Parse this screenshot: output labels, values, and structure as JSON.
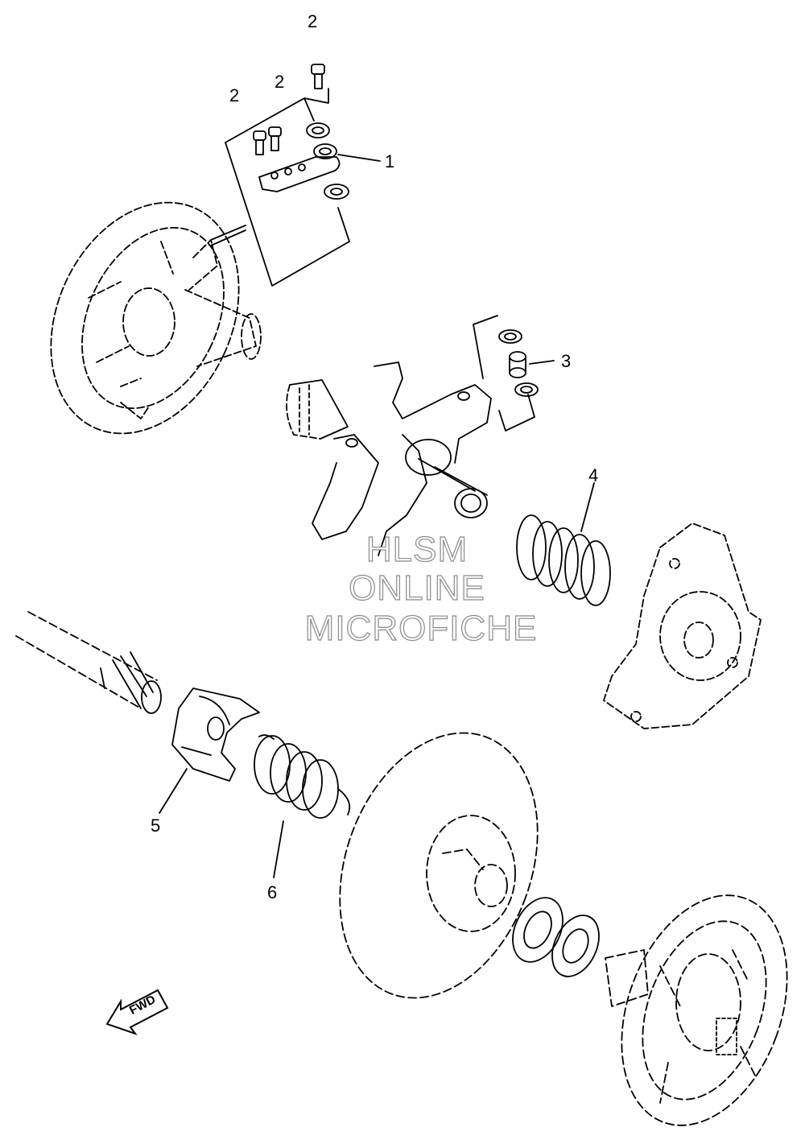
{
  "callouts": {
    "c2a": "2",
    "c2b": "2",
    "c2c": "2",
    "c1": "1",
    "c3": "3",
    "c4": "4",
    "c5": "5",
    "c6": "6"
  },
  "watermark": {
    "line1": "HLSM",
    "line2": "ONLINE",
    "line3": "MICROFICHE"
  },
  "fwd_arrow": {
    "label": "FWD"
  }
}
